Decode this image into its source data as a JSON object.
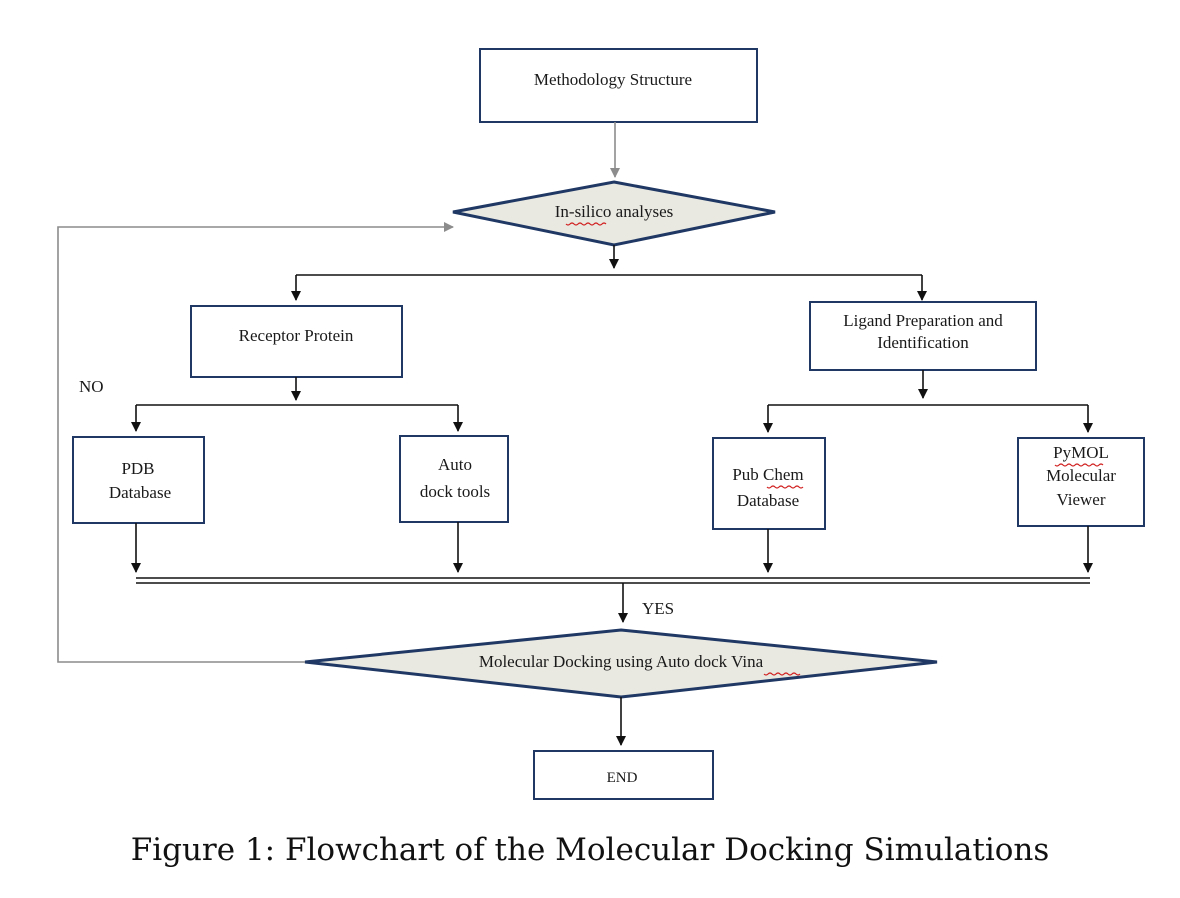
{
  "nodes": {
    "methodology": "Methodology Structure",
    "insilico_pre": "In-",
    "insilico_underlined": "silico",
    "insilico_post": " analyses",
    "receptor": "Receptor Protein",
    "ligand_line1": "Ligand Preparation and",
    "ligand_line2": "Identification",
    "pdb_line1": "PDB",
    "pdb_line2": "Database",
    "autodock_line1": "Auto",
    "autodock_line2": "dock tools",
    "pubchem_line1_pre": "Pub ",
    "pubchem_line1_underlined": "Chem",
    "pubchem_line2": "Database",
    "pymol_line1": "PyMOL",
    "pymol_line2": "Molecular",
    "pymol_line3": "Viewer",
    "docking_pre": "Molecular Docking using Auto dock ",
    "docking_underlined": "Vina",
    "end": "END"
  },
  "labels": {
    "no": "NO",
    "yes": "YES"
  },
  "caption": "Figure 1: Flowchart of the Molecular Docking Simulations",
  "colors": {
    "box_border": "#1f3864",
    "diamond_fill": "#e9e8e1",
    "feedback_line": "#8c8c8c",
    "spellcheck_underline": "#d01c1c"
  }
}
